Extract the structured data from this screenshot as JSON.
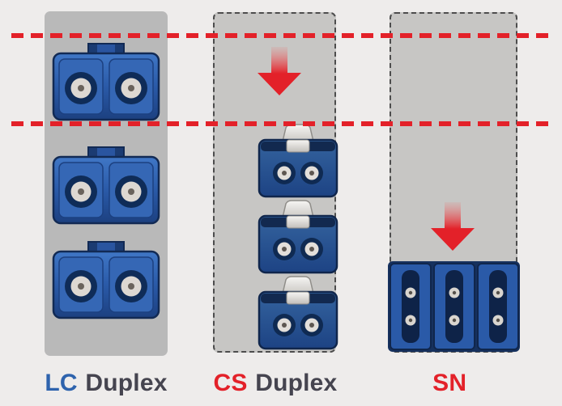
{
  "figure": {
    "background": "#eeeceb",
    "description": "Fiber connector size comparison diagram: LC Duplex vs CS Duplex vs SN",
    "guide_lines": {
      "color": "#e32129",
      "count": 2,
      "meaning": "red dashed height comparison guides"
    },
    "columns": [
      {
        "id": "lc",
        "label": {
          "prefix": "LC",
          "rest": "Duplex",
          "prefix_color": "#2e63ad",
          "rest_color": "#45444f"
        },
        "panel_style": "solid-gray",
        "connector_type": "lc-duplex",
        "connector_count": 3,
        "has_arrow": false
      },
      {
        "id": "cs",
        "label": {
          "prefix": "CS",
          "rest": "Duplex",
          "prefix_color": "#e32129",
          "rest_color": "#45444f"
        },
        "panel_style": "dashed-gray",
        "connector_type": "cs-duplex",
        "connector_count": 3,
        "has_arrow": true
      },
      {
        "id": "sn",
        "label": {
          "prefix": "SN",
          "rest": "",
          "prefix_color": "#e32129",
          "rest_color": "#45444f"
        },
        "panel_style": "dashed-gray",
        "connector_type": "sn",
        "connector_count": 3,
        "has_arrow": true
      }
    ],
    "icons": {
      "down_arrow": "red downward arrow with faded stem"
    },
    "colors": {
      "panel_solid": "#b9b9b9",
      "panel_dashed_fill": "#c7c6c4",
      "panel_dashed_border": "#4d4d4d",
      "connector_blue": "#2a5aa8",
      "connector_navy": "#12294f",
      "ferrule_light": "#ddd8d2",
      "latch_white": "#f4f3f1",
      "arrow_red": "#e32129"
    }
  }
}
